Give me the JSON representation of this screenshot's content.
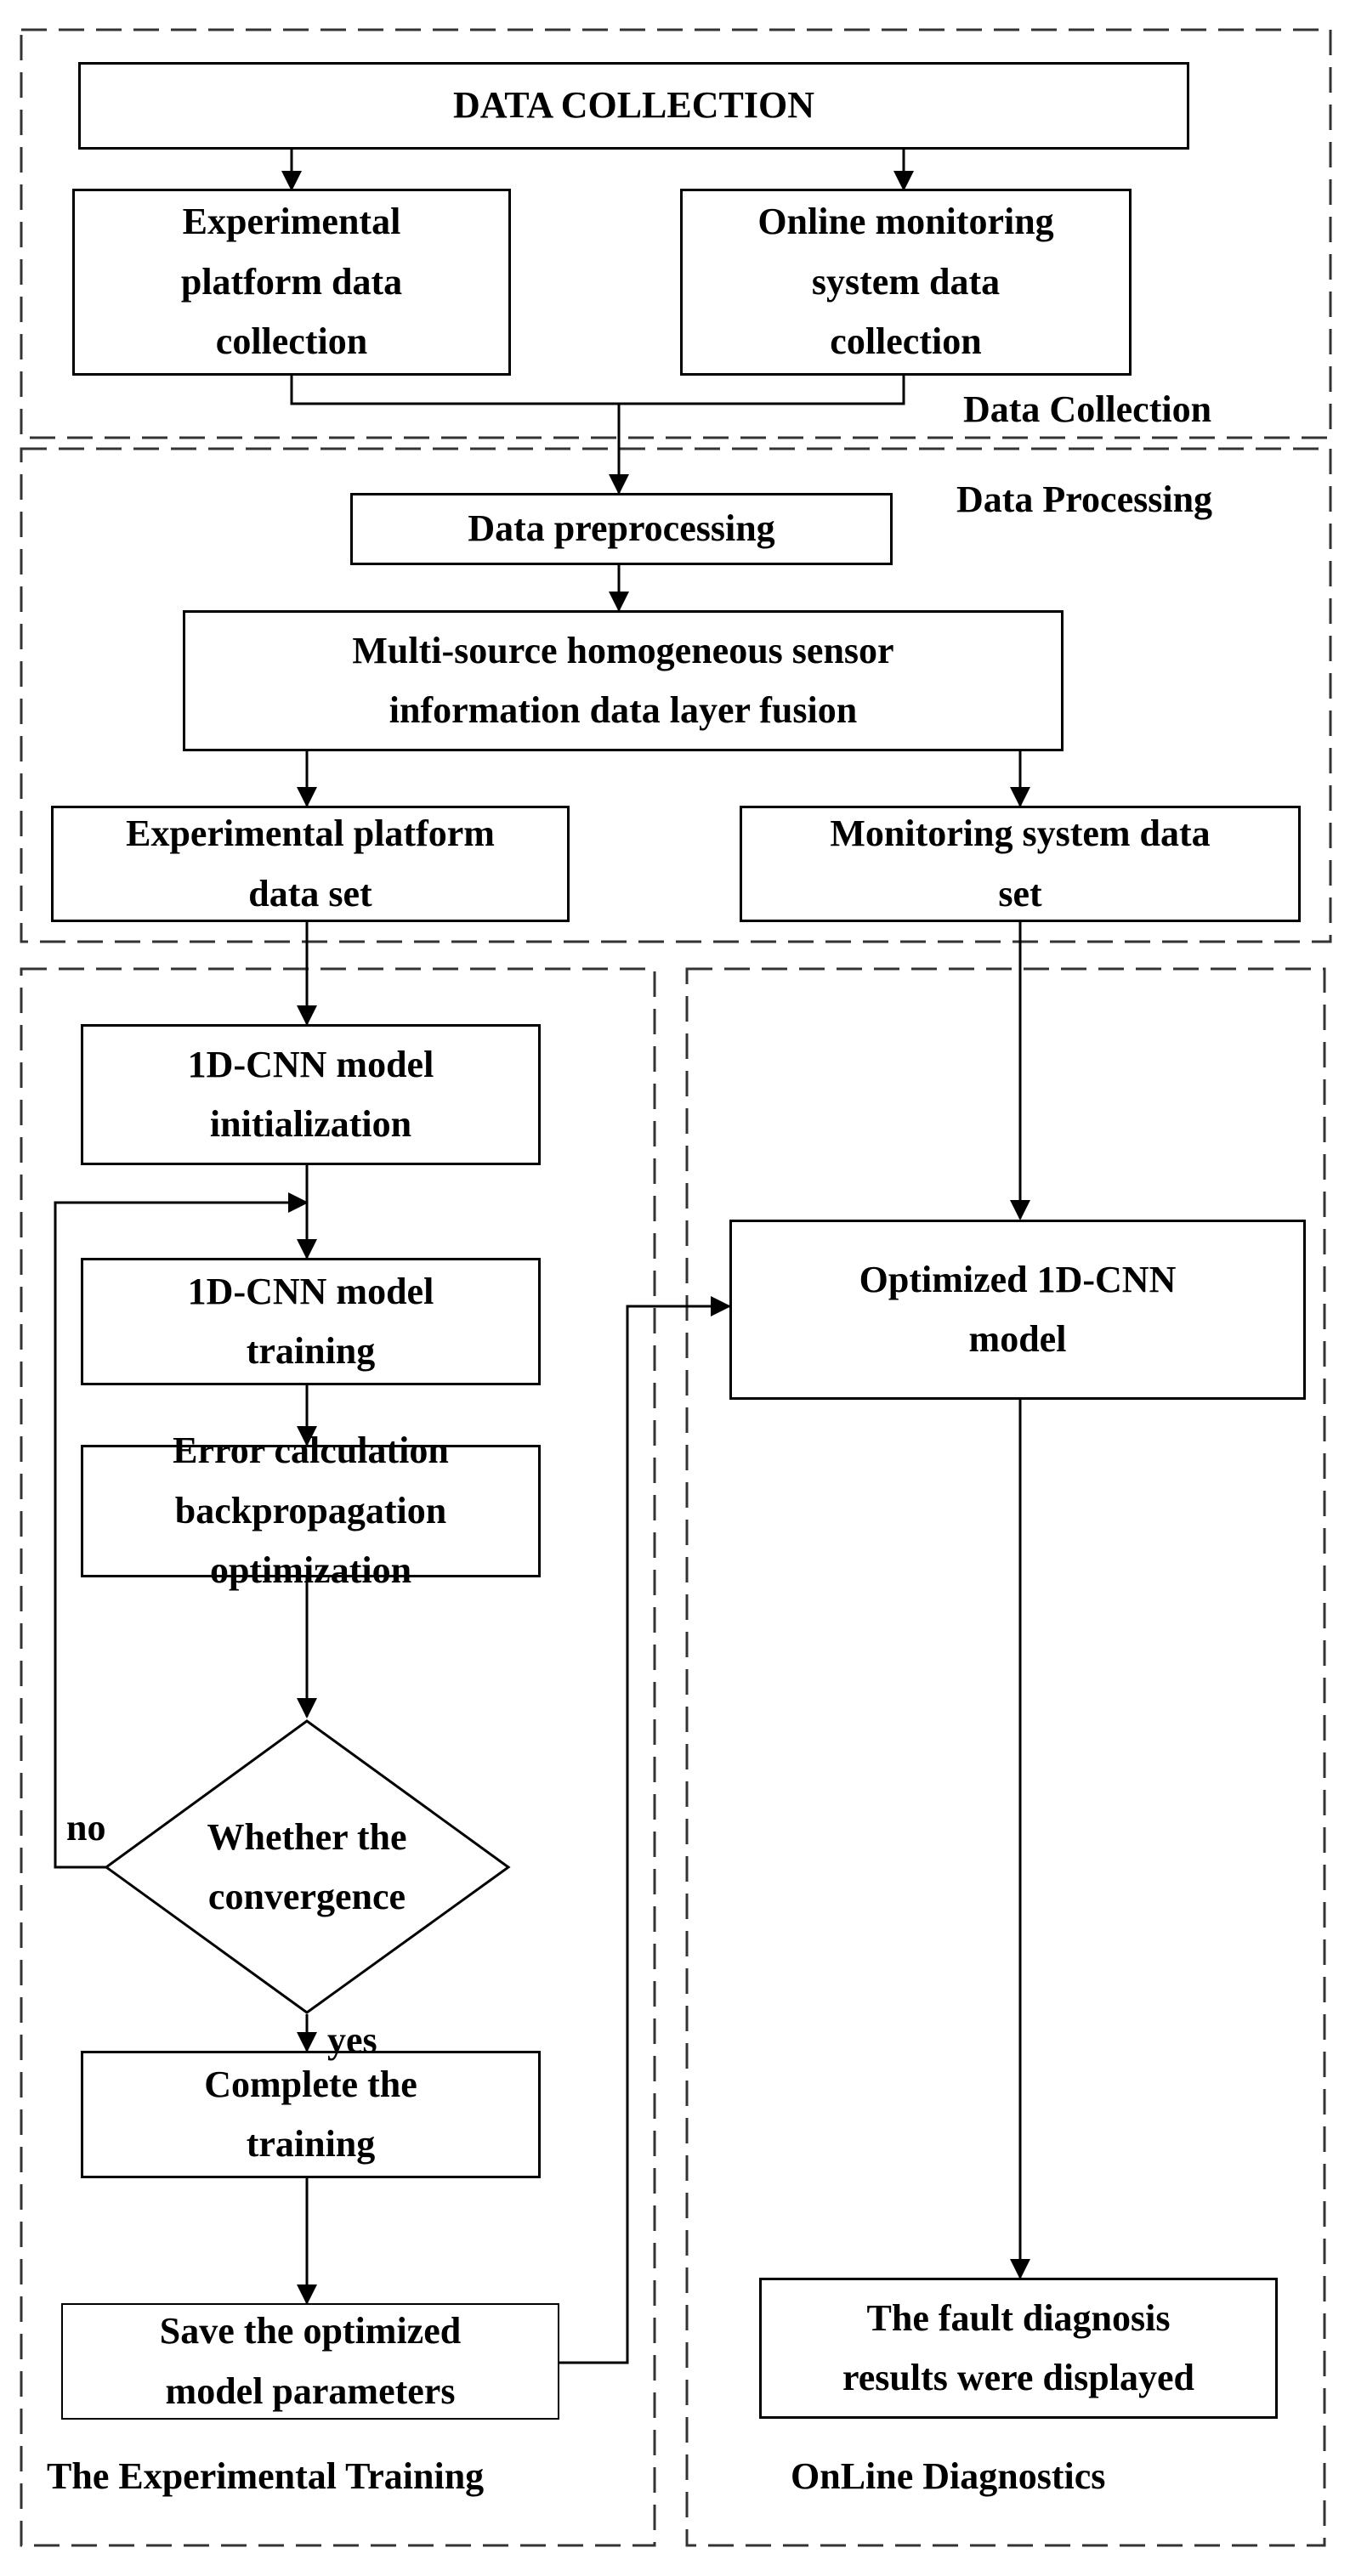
{
  "sections": {
    "collection": "Data Collection",
    "processing": "Data Processing",
    "training": "The Experimental Training",
    "diagnostics": "OnLine Diagnostics"
  },
  "nodes": {
    "data_collection": "DATA  COLLECTION",
    "experimental_collection": "Experimental\nplatform data\ncollection",
    "online_collection": "Online monitoring\nsystem data\ncollection",
    "data_preprocessing": "Data preprocessing",
    "fusion": "Multi-source homogeneous sensor\ninformation data layer fusion",
    "experimental_dataset": "Experimental platform\ndata set",
    "monitoring_dataset": "Monitoring system data\nset",
    "cnn_init": "1D-CNN model\ninitialization",
    "cnn_training": "1D-CNN model\ntraining",
    "error_calc": "Error calculation\nbackpropagation\noptimization",
    "convergence": "Whether the\nconvergence",
    "complete_training": "Complete the\ntraining",
    "save_params": "Save the optimized\nmodel parameters",
    "optimized_model": "Optimized 1D-CNN\nmodel",
    "results": "The fault diagnosis\nresults were displayed"
  },
  "edge_labels": {
    "no": "no",
    "yes": "yes"
  }
}
